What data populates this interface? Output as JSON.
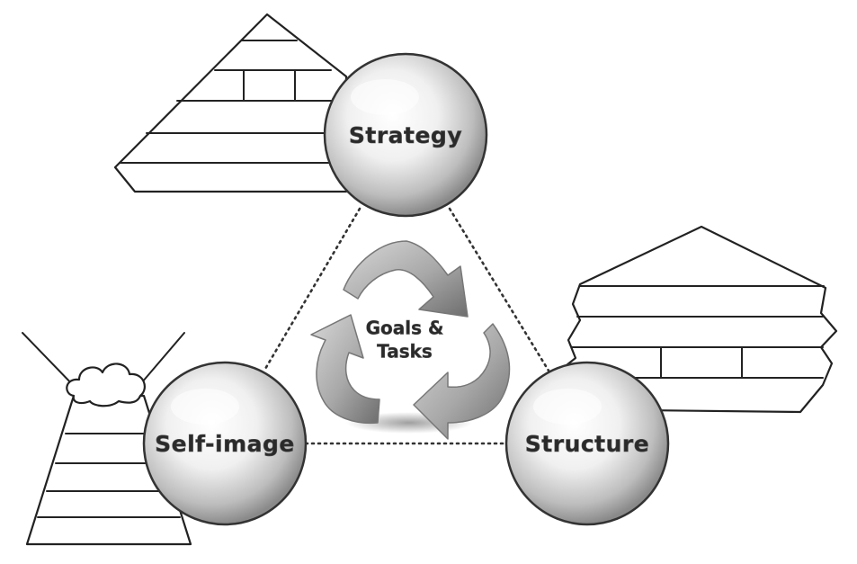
{
  "nodes": {
    "top": {
      "label": "Strategy"
    },
    "left": {
      "label": "Self-image"
    },
    "right": {
      "label": "Structure"
    }
  },
  "center": {
    "line1": "Goals &",
    "line2": "Tasks"
  },
  "icons": {
    "pyramid": "stepped-pyramid-icon",
    "house": "layered-house-icon",
    "tower": "tower-with-cloud-icon",
    "cycle": "recycle-arrows-icon"
  }
}
